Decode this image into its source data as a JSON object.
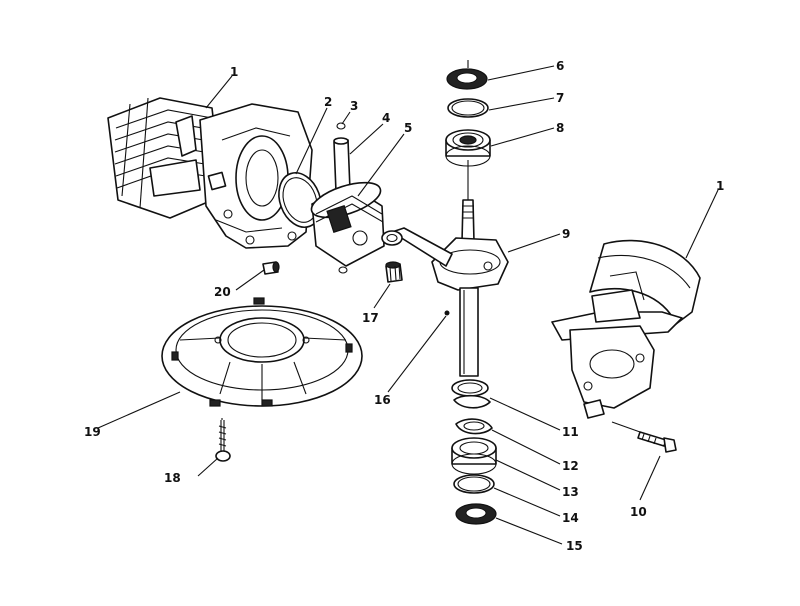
{
  "callouts": [
    {
      "id": "c1a",
      "text": "1"
    },
    {
      "id": "c2",
      "text": "2"
    },
    {
      "id": "c3",
      "text": "3"
    },
    {
      "id": "c4",
      "text": "4"
    },
    {
      "id": "c5",
      "text": "5"
    },
    {
      "id": "c6",
      "text": "6"
    },
    {
      "id": "c7",
      "text": "7"
    },
    {
      "id": "c8",
      "text": "8"
    },
    {
      "id": "c9",
      "text": "9"
    },
    {
      "id": "c1b",
      "text": "1"
    },
    {
      "id": "c10",
      "text": "10"
    },
    {
      "id": "c11",
      "text": "11"
    },
    {
      "id": "c12",
      "text": "12"
    },
    {
      "id": "c13",
      "text": "13"
    },
    {
      "id": "c14",
      "text": "14"
    },
    {
      "id": "c15",
      "text": "15"
    },
    {
      "id": "c16",
      "text": "16"
    },
    {
      "id": "c17",
      "text": "17"
    },
    {
      "id": "c18",
      "text": "18"
    },
    {
      "id": "c19",
      "text": "19"
    },
    {
      "id": "c20",
      "text": "20"
    }
  ]
}
